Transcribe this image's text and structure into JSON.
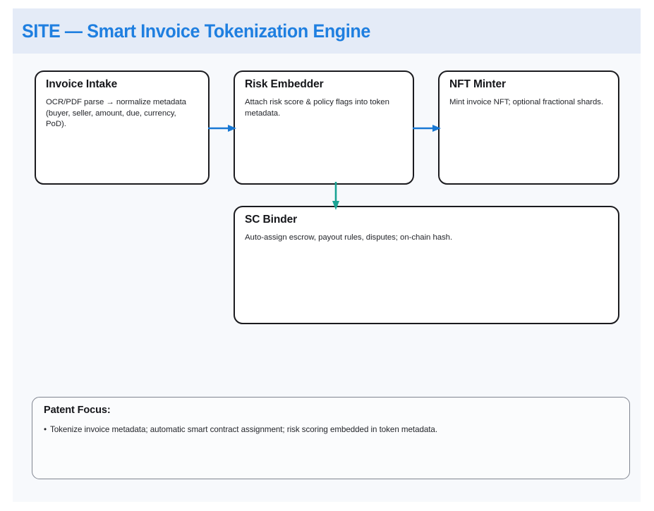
{
  "header": {
    "title": "SITE — Smart Invoice Tokenization Engine",
    "band_color": "#e4ebf7",
    "title_color": "#1f7fe0"
  },
  "page": {
    "background_color": "#f7f9fc"
  },
  "diagram": {
    "nodes": [
      {
        "id": "invoice-intake",
        "title": "Invoice Intake",
        "description": "OCR/PDF parse → normalize metadata (buyer, seller, amount, due, currency, PoD)."
      },
      {
        "id": "risk-embedder",
        "title": "Risk Embedder",
        "description": "Attach risk score & policy flags into token metadata."
      },
      {
        "id": "nft-minter",
        "title": "NFT Minter",
        "description": "Mint invoice NFT; optional fractional shards."
      },
      {
        "id": "sc-binder",
        "title": "SC Binder",
        "description": "Auto-assign escrow, payout rules, disputes; on-chain hash."
      }
    ],
    "connectors": [
      {
        "id": "intake-to-risk",
        "from": "invoice-intake",
        "to": "risk-embedder",
        "direction": "right",
        "color": "#1878d4"
      },
      {
        "id": "risk-to-nft",
        "from": "risk-embedder",
        "to": "nft-minter",
        "direction": "right",
        "color": "#1878d4"
      },
      {
        "id": "risk-to-binder",
        "from": "risk-embedder",
        "to": "sc-binder",
        "direction": "down",
        "color": "#1aa394"
      }
    ],
    "node_border_color": "#1b1b1f",
    "node_fill_color": "#ffffff"
  },
  "patent_focus": {
    "title": "Patent Focus:",
    "bullet_glyph": "•",
    "items": [
      "Tokenize invoice metadata; automatic smart contract assignment; risk scoring embedded in token metadata."
    ],
    "border_color": "#808590"
  }
}
